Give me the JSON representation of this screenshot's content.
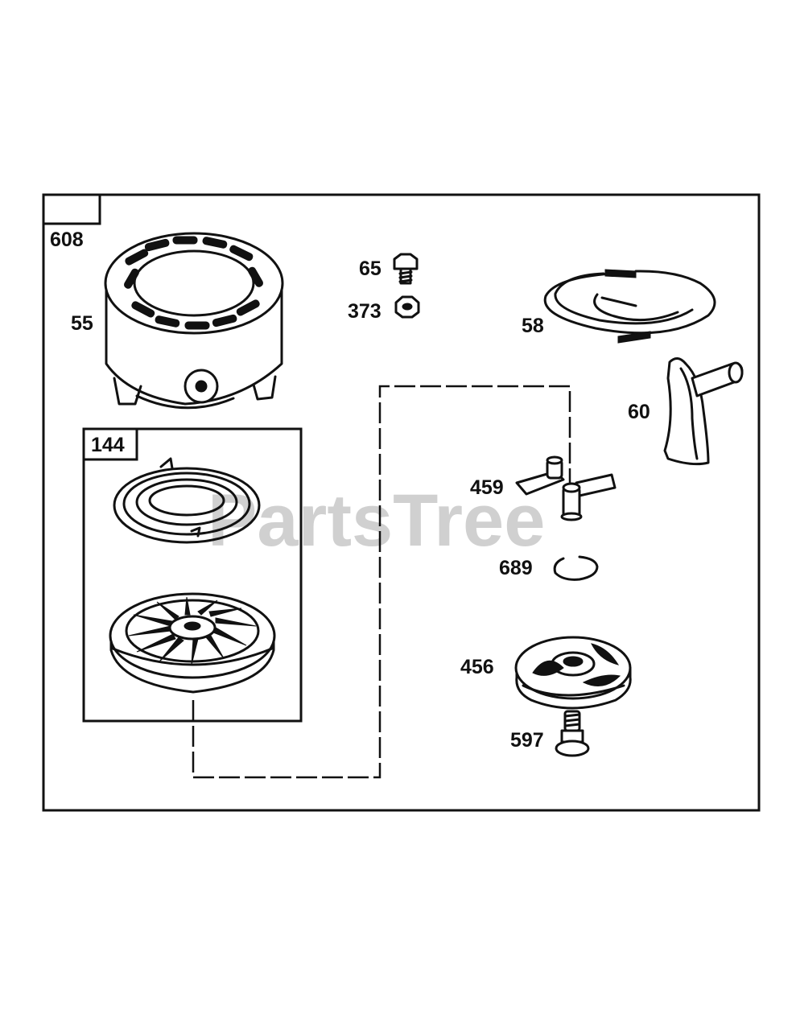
{
  "watermark": "PartsTree",
  "assemblies": {
    "outer": "608",
    "inner": "144"
  },
  "parts": {
    "housing": "55",
    "bolt": "65",
    "nut": "373",
    "rope": "58",
    "handle": "60",
    "dog": "459",
    "clip": "689",
    "retainer": "456",
    "screw": "597"
  },
  "colors": {
    "line": "#111111",
    "watermark": "#c8c8c8",
    "background": "#ffffff"
  }
}
